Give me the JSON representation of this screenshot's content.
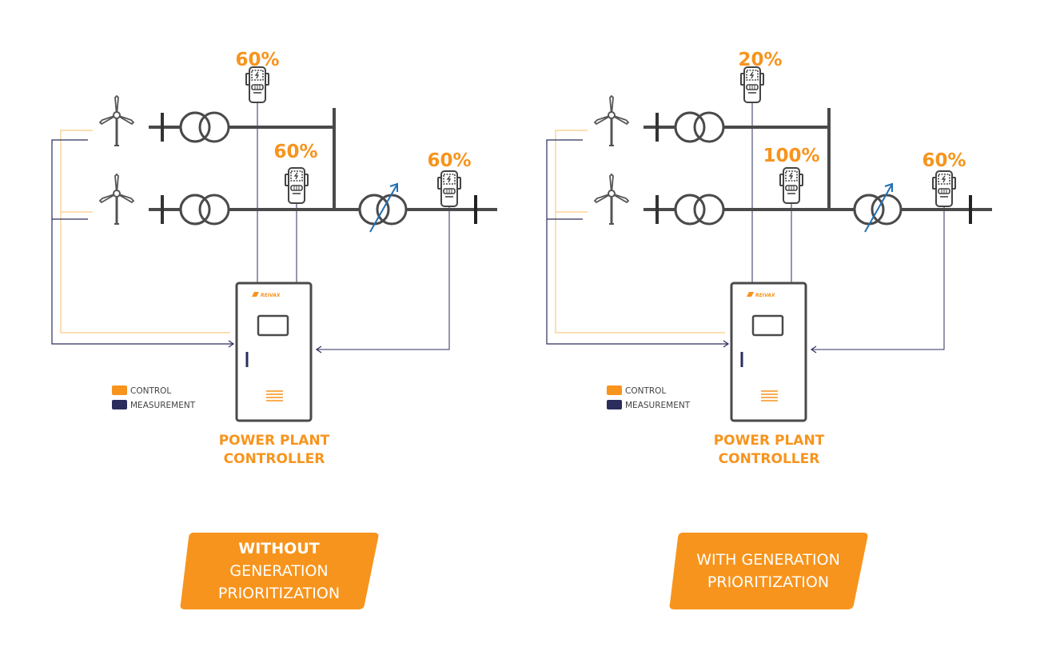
{
  "panels": [
    {
      "id": "without",
      "meter_values": [
        "60%",
        "60%",
        "60%"
      ],
      "legend": {
        "control": "CONTROL",
        "measurement": "MEASUREMENT"
      },
      "controller": {
        "brand": "REIVAX",
        "line1": "POWER PLANT",
        "line2": "CONTROLLER"
      },
      "badge": {
        "strong": "WITHOUT",
        "lines": [
          "GENERATION",
          "PRIORITIZATION"
        ]
      }
    },
    {
      "id": "with",
      "meter_values": [
        "20%",
        "100%",
        "60%"
      ],
      "legend": {
        "control": "CONTROL",
        "measurement": "MEASUREMENT"
      },
      "controller": {
        "brand": "REIVAX",
        "line1": "POWER PLANT",
        "line2": "CONTROLLER"
      },
      "badge": {
        "strong": "",
        "lines": [
          "WITH GENERATION",
          "PRIORITIZATION"
        ]
      }
    }
  ],
  "colors": {
    "accent": "#f7941d",
    "measurement": "#2b2d5c",
    "control_line": "#f9c986",
    "bus": "#4a4a4a",
    "transformer_arrow": "#1f6fb2"
  }
}
